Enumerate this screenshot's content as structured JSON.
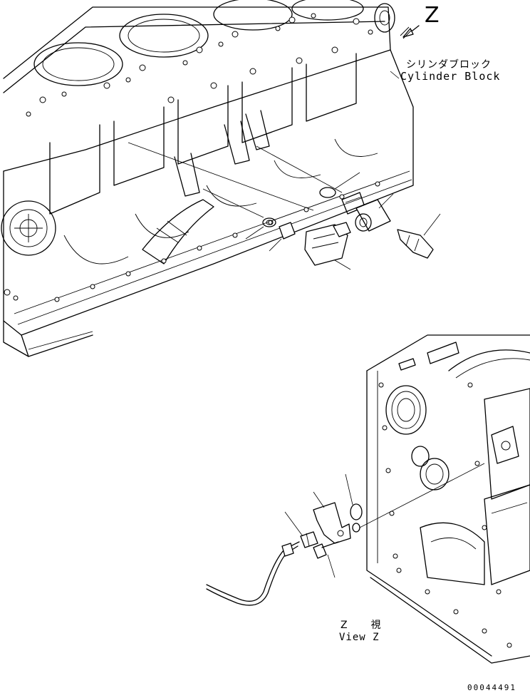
{
  "labels": {
    "view_letter": "Z",
    "block_jp": "シリンダブロック",
    "block_en": "Cylinder Block",
    "view_z_jp": "Z  視",
    "view_z_en": "View Z",
    "drawing_number": "00044491"
  },
  "colors": {
    "line": "#000000",
    "background": "#ffffff"
  },
  "icons": {
    "view_arrow": "view-direction-arrow-icon"
  }
}
